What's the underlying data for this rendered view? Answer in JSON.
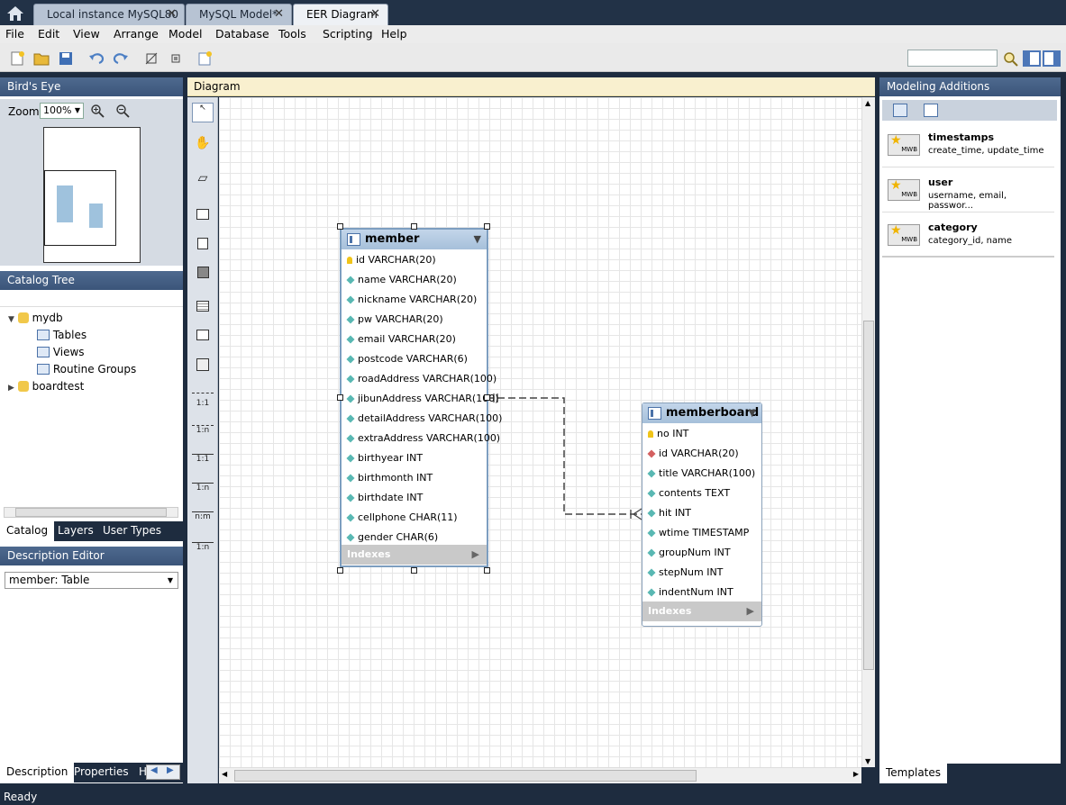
{
  "tabs": [
    {
      "label": "Local instance MySQL80"
    },
    {
      "label": "MySQL Model*"
    },
    {
      "label": "EER Diagram"
    }
  ],
  "menu": [
    "File",
    "Edit",
    "View",
    "Arrange",
    "Model",
    "Database",
    "Tools",
    "Scripting",
    "Help"
  ],
  "birds_eye": {
    "title": "Bird's Eye",
    "zoom_label": "Zoom:",
    "zoom_value": "100%"
  },
  "catalog_tree": {
    "title": "Catalog Tree",
    "items": [
      {
        "label": "mydb"
      },
      {
        "label": "Tables"
      },
      {
        "label": "Views"
      },
      {
        "label": "Routine Groups"
      },
      {
        "label": "boardtest"
      }
    ]
  },
  "left_tabs": [
    "Catalog",
    "Layers",
    "User Types"
  ],
  "description_editor": {
    "title": "Description Editor",
    "selected": "member: Table"
  },
  "bottom_tabs": [
    "Description",
    "Properties",
    "H"
  ],
  "diagram": {
    "title": "Diagram"
  },
  "palette": {
    "rel_11_a": "1:1",
    "rel_1n_a": "1:n",
    "rel_11_b": "1:1",
    "rel_1n_b": "1:n",
    "rel_nm": "n:m",
    "rel_1n_c": "1:n"
  },
  "entities": {
    "member": {
      "name": "member",
      "columns": [
        {
          "text": "id VARCHAR(20)",
          "kind": "pk"
        },
        {
          "text": "name VARCHAR(20)",
          "kind": "attr"
        },
        {
          "text": "nickname VARCHAR(20)",
          "kind": "attr"
        },
        {
          "text": "pw VARCHAR(20)",
          "kind": "attr"
        },
        {
          "text": "email VARCHAR(20)",
          "kind": "attr"
        },
        {
          "text": "postcode VARCHAR(6)",
          "kind": "attr"
        },
        {
          "text": "roadAddress VARCHAR(100)",
          "kind": "attr"
        },
        {
          "text": "jibunAddress VARCHAR(100)",
          "kind": "attr"
        },
        {
          "text": "detailAddress VARCHAR(100)",
          "kind": "attr"
        },
        {
          "text": "extraAddress VARCHAR(100)",
          "kind": "attr"
        },
        {
          "text": "birthyear INT",
          "kind": "attr"
        },
        {
          "text": "birthmonth INT",
          "kind": "attr"
        },
        {
          "text": "birthdate INT",
          "kind": "attr"
        },
        {
          "text": "cellphone CHAR(11)",
          "kind": "attr"
        },
        {
          "text": "gender CHAR(6)",
          "kind": "attr"
        }
      ],
      "indexes": "Indexes"
    },
    "memberboard": {
      "name": "memberboard",
      "columns": [
        {
          "text": "no INT",
          "kind": "pk"
        },
        {
          "text": "id VARCHAR(20)",
          "kind": "fk"
        },
        {
          "text": "title VARCHAR(100)",
          "kind": "attr"
        },
        {
          "text": "contents TEXT",
          "kind": "attr"
        },
        {
          "text": "hit INT",
          "kind": "attr"
        },
        {
          "text": "wtime TIMESTAMP",
          "kind": "attr"
        },
        {
          "text": "groupNum INT",
          "kind": "attr"
        },
        {
          "text": "stepNum INT",
          "kind": "attr"
        },
        {
          "text": "indentNum INT",
          "kind": "attr"
        }
      ],
      "indexes": "Indexes"
    }
  },
  "modeling_additions": {
    "title": "Modeling Additions",
    "icon_text": "MWB",
    "templates": [
      {
        "name": "timestamps",
        "fields": "create_time, update_time"
      },
      {
        "name": "user",
        "fields": "username, email, passwor..."
      },
      {
        "name": "category",
        "fields": "category_id, name"
      }
    ],
    "tab": "Templates"
  },
  "status": "Ready"
}
